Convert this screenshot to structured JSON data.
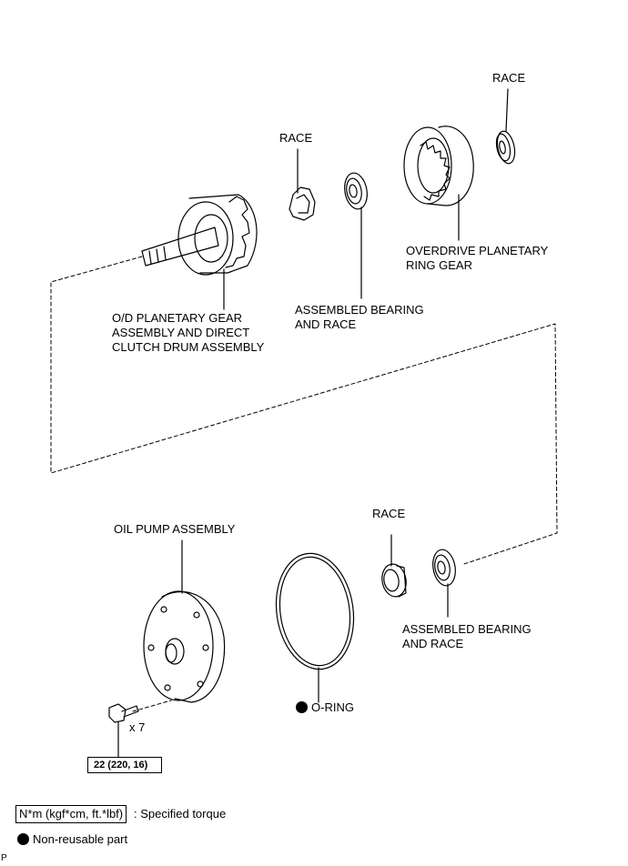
{
  "labels": {
    "race_top_right": "RACE",
    "race_top_mid": "RACE",
    "overdrive_ring_gear": [
      "OVERDRIVE PLANETARY",
      "RING GEAR"
    ],
    "assembled_bearing_top": [
      "ASSEMBLED BEARING",
      "AND RACE"
    ],
    "planetary_gear_assembly": [
      "O/D PLANETARY GEAR",
      "ASSEMBLY AND DIRECT",
      "CLUTCH DRUM ASSEMBLY"
    ],
    "oil_pump_assembly": "OIL PUMP ASSEMBLY",
    "race_bottom": "RACE",
    "assembled_bearing_bottom": [
      "ASSEMBLED BEARING",
      "AND RACE"
    ],
    "o_ring": "O-RING",
    "bolt_count": "x 7",
    "torque_value": "22 (220, 16)"
  },
  "legend": {
    "torque_units": "N*m (kgf*cm, ft.*lbf)",
    "torque_desc": ": Specified torque",
    "non_reusable_desc": "Non-reusable part"
  },
  "corner_mark": "P",
  "colors": {
    "line": "#000000",
    "background": "#ffffff"
  },
  "icons": {
    "non_reusable": "filled-circle-icon"
  }
}
